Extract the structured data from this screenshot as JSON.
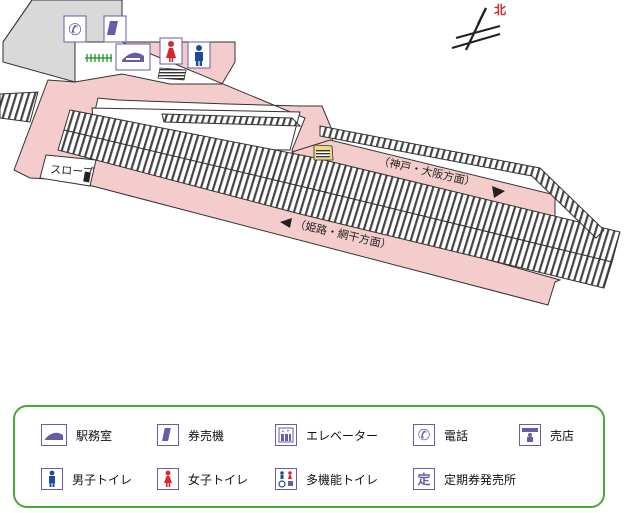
{
  "map": {
    "north_label": "北",
    "slope_label": "スロープ",
    "direction_kobe": "（神戸・大阪方面）",
    "direction_himeji": "（姫路・網干方面）"
  },
  "legend": {
    "items": [
      {
        "key": "station_office",
        "label": "駅務室",
        "icon": "station-office-icon"
      },
      {
        "key": "ticket_machine",
        "label": "券売機",
        "icon": "ticket-machine-icon"
      },
      {
        "key": "elevator",
        "label": "エレベーター",
        "icon": "elevator-icon"
      },
      {
        "key": "phone",
        "label": "電話",
        "icon": "phone-icon"
      },
      {
        "key": "shop",
        "label": "売店",
        "icon": "shop-icon"
      },
      {
        "key": "mens_toilet",
        "label": "男子トイレ",
        "icon": "mens-toilet-icon"
      },
      {
        "key": "womens_toilet",
        "label": "女子トイレ",
        "icon": "womens-toilet-icon"
      },
      {
        "key": "accessible_toilet",
        "label": "多機能トイレ",
        "icon": "accessible-toilet-icon"
      },
      {
        "key": "commuter_pass",
        "label": "定期券発売所",
        "icon": "commuter-pass-icon",
        "glyph": "定"
      }
    ]
  },
  "colors": {
    "platform": "#f5cccc",
    "outline": "#333333",
    "building": "#d9d9d9",
    "icon_purple": "#6a5aa8",
    "men_blue": "#1f4a9c",
    "women_red": "#d8282e",
    "north_red": "#d8282e",
    "legend_border": "#4aa83a",
    "stairs": "#f2d878"
  }
}
